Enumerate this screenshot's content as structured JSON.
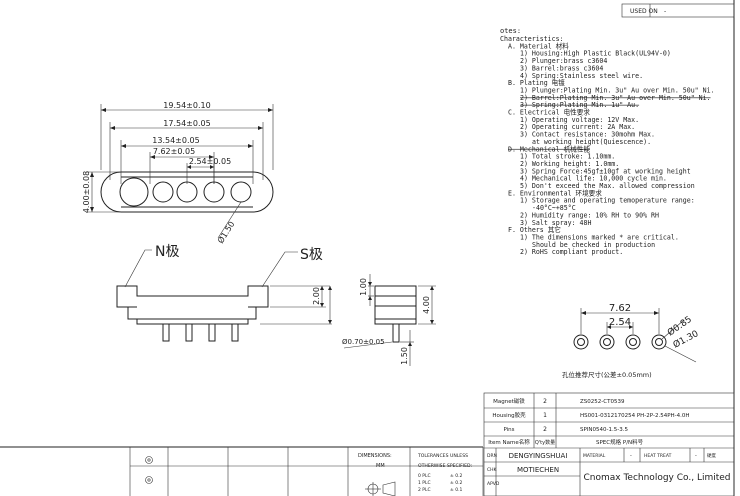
{
  "used_on_label": "USED ON",
  "notes": {
    "heading": "otes:",
    "lines": [
      {
        "text": "Characteristics:",
        "indent": 0,
        "strike": false
      },
      {
        "text": "A. Material 材料",
        "indent": 1,
        "strike": false
      },
      {
        "text": "1) Housing:High Plastic Black(UL94V-0)",
        "indent": 2,
        "strike": false
      },
      {
        "text": "2) Plunger:brass c3604",
        "indent": 2,
        "strike": false
      },
      {
        "text": "3) Barrel:brass c3604",
        "indent": 2,
        "strike": false
      },
      {
        "text": "4) Spring:Stainless steel wire.",
        "indent": 2,
        "strike": false
      },
      {
        "text": "B. Plating 电镀",
        "indent": 1,
        "strike": false
      },
      {
        "text": "1) Plunger:Plating Min. 3u\" Au over Min. 50u\" Ni.",
        "indent": 2,
        "strike": false
      },
      {
        "text": "2) Barrel:Plating Min. 3u\" Au over Min. 50u\" Ni.",
        "indent": 2,
        "strike": true
      },
      {
        "text": "3) Spring:Plating Min. 1u\" Au.",
        "indent": 2,
        "strike": true
      },
      {
        "text": "C. Electrical 电性要求",
        "indent": 1,
        "strike": false
      },
      {
        "text": "1) Operating voltage: 12V Max.",
        "indent": 2,
        "strike": false
      },
      {
        "text": "2) Operating current: 2A Max.",
        "indent": 2,
        "strike": false
      },
      {
        "text": "3) Contact resistance: 30mohm Max.",
        "indent": 2,
        "strike": false
      },
      {
        "text": "at working height(Quiescence).",
        "indent": 3,
        "strike": false
      },
      {
        "text": "D. Mechanical 机械性能",
        "indent": 1,
        "strike": true
      },
      {
        "text": "1) Total stroke: 1.10mm.",
        "indent": 2,
        "strike": false
      },
      {
        "text": "2) Working height: 1.0mm.",
        "indent": 2,
        "strike": false
      },
      {
        "text": "3) Spring Force:45gf±10gf at working height",
        "indent": 2,
        "strike": false
      },
      {
        "text": "4) Mechanical life: 10,000 cycle min.",
        "indent": 2,
        "strike": false
      },
      {
        "text": "5) Don't exceed the Max. allowed compression",
        "indent": 2,
        "strike": false
      },
      {
        "text": "E. Environmental 环境要求",
        "indent": 1,
        "strike": false
      },
      {
        "text": "1) Storage and operating temoperature range:",
        "indent": 2,
        "strike": false
      },
      {
        "text": "-40°C~+85°C",
        "indent": 3,
        "strike": false
      },
      {
        "text": "2) Humidity range: 10% RH to 90% RH",
        "indent": 2,
        "strike": false
      },
      {
        "text": "3) Salt spray: 48H",
        "indent": 2,
        "strike": false
      },
      {
        "text": "F. Others 其它",
        "indent": 1,
        "strike": false
      },
      {
        "text": "1) The dimensions marked * are critical.",
        "indent": 2,
        "strike": false
      },
      {
        "text": "Should be checked in production",
        "indent": 3,
        "strike": false
      },
      {
        "text": "2) RoHS compliant product.",
        "indent": 2,
        "strike": false
      }
    ]
  },
  "dimensions": {
    "overall": "19.54±0.10",
    "inner": "17.54±0.05",
    "outer_pitch": "13.54±0.05",
    "mid_pitch": "7.62±0.05",
    "pitch": "2.54±0.05",
    "hole_dia": "Ø1.50",
    "height": "4.00±0.08",
    "side_body": "2.00",
    "side_total": "4.00",
    "side_top": "1.00",
    "side_pin": "1.50",
    "pin_dia": "Ø0.70±0.05",
    "pcb_span": "7.62",
    "pcb_pitch": "2.54",
    "pcb_small": "Ø0.85",
    "pcb_large": "Ø1.30",
    "pcb_tolerance": "孔位推荐尺寸(公差±0.05mm)"
  },
  "polarity": {
    "n_label": "N极",
    "s_label": "S极"
  },
  "bom": {
    "rows": [
      {
        "name": "Magnet磁铁",
        "qty": "2",
        "part": "ZS0252-CT0539"
      },
      {
        "name": "Housing胶壳",
        "qty": "1",
        "part": "HS001-0312170254 PH-2P-2.54PH-4.0H"
      },
      {
        "name": "Pins",
        "qty": "2",
        "part": "SPIN0540-1.5-3.5"
      }
    ],
    "header": {
      "name": "Item Name名称",
      "qty": "Q'ty数量",
      "part": "SPEC规格 P/N料号"
    }
  },
  "title_block": {
    "drawn_label": "DRN",
    "drawn_by": "DENGYINGSHUAI",
    "checked_label": "CHK",
    "checked_by": "MOTIECHEN",
    "approved_label": "APVD",
    "material_label": "MATERIAL",
    "material_value": "-",
    "heat_treat_label": "HEAT TREAT",
    "heat_treat_value": "-",
    "hardness_label": "硬度",
    "dimensions_label": "DIMENSIONS:",
    "dimensions_unit": "MM",
    "tol_label_1": "TOLERANCES UNLESS",
    "tol_label_2": "OTHERWISE SPECIFIED:",
    "tol_rows": [
      {
        "place": "0 PLC",
        "value": "± 0.2"
      },
      {
        "place": "1 PLC",
        "value": "± 0.2"
      },
      {
        "place": "2 PLC",
        "value": "± 0.1"
      }
    ],
    "company": "Cnomax Technology Co., Limited"
  }
}
